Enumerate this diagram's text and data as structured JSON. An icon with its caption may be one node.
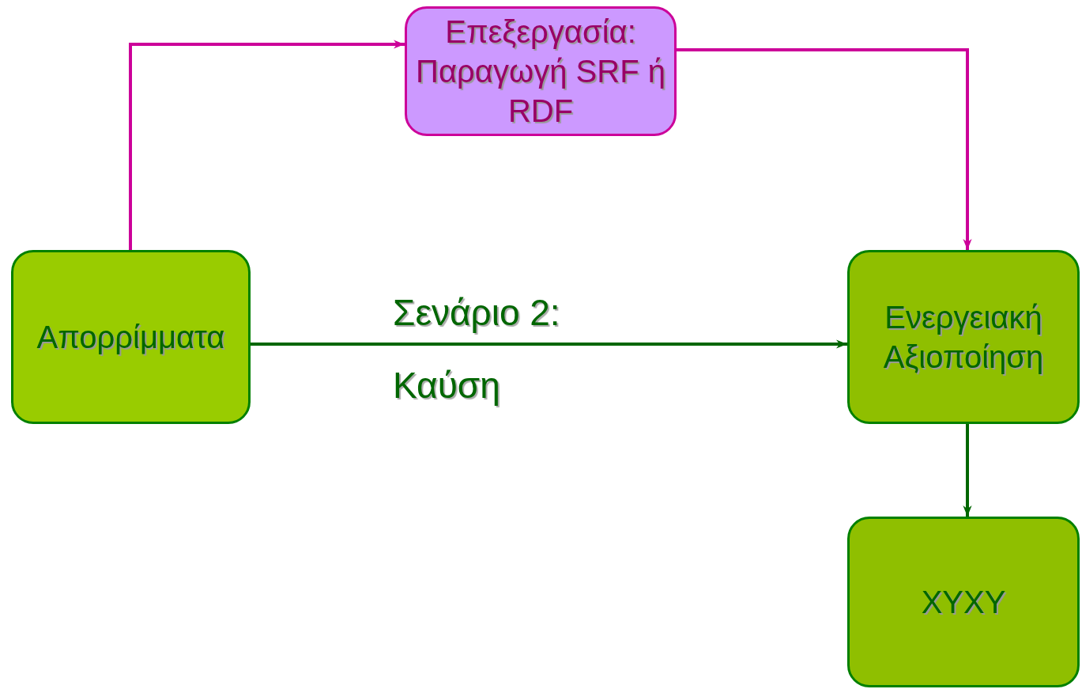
{
  "diagram": {
    "nodes": [
      {
        "text": [
          "Απορρίμματα"
        ]
      },
      {
        "text": [
          "Επεξεργασία: Παραγωγή SRF ή RDF"
        ]
      },
      {
        "text": [
          "Ενεργειακή Αξιοποίηση"
        ]
      },
      {
        "text": [
          "ΧΥΧΥ"
        ]
      }
    ],
    "edges": [
      {
        "from": 0,
        "to": 1,
        "arrow": "to",
        "color": "#cc0099"
      },
      {
        "from": 1,
        "to": 2,
        "arrow": "to",
        "color": "#cc0099"
      },
      {
        "from": 0,
        "to": 2,
        "arrow": "to",
        "label": "Σενάριο 2: Καύση",
        "color": "#006600"
      },
      {
        "from": 2,
        "to": 3,
        "arrow": "to",
        "color": "#006600"
      }
    ]
  }
}
